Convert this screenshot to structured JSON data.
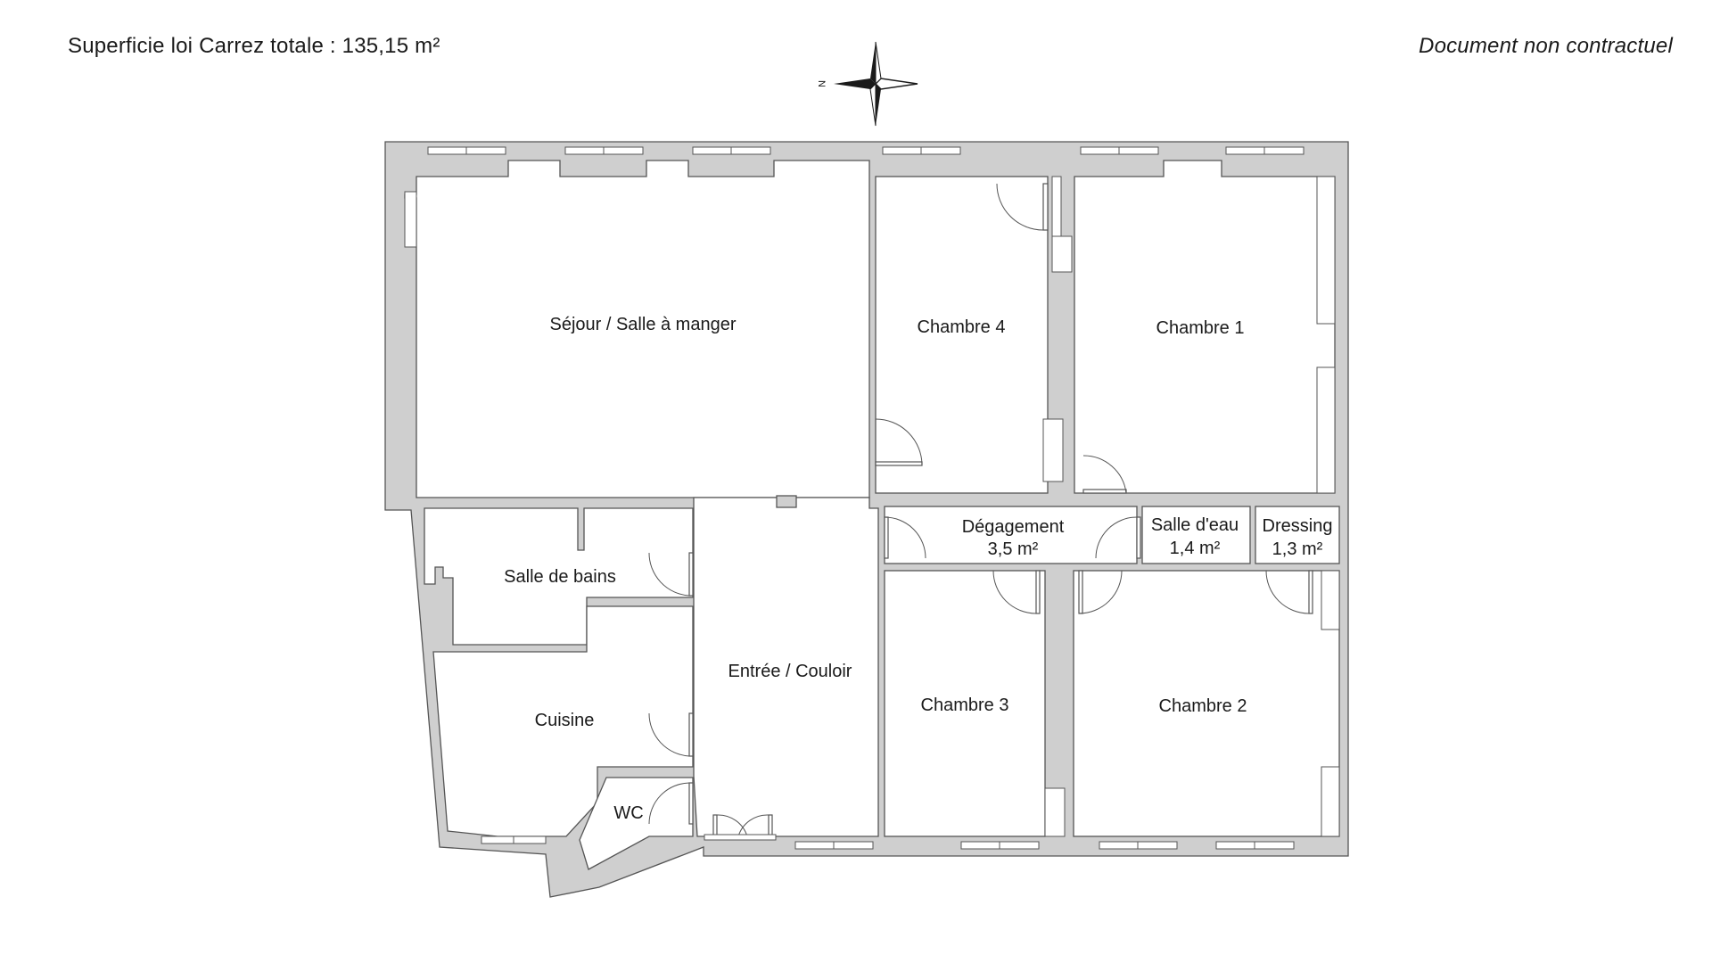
{
  "header": {
    "surface_label": "Superficie loi Carrez totale :  135,15 m²",
    "disclaimer": "Document non contractuel"
  },
  "compass": {
    "north_letter": "N",
    "icon": "compass-rose-icon"
  },
  "rooms": {
    "sejour": {
      "name": "Séjour / Salle à manger"
    },
    "chambre4": {
      "name": "Chambre 4"
    },
    "chambre1": {
      "name": "Chambre 1"
    },
    "degagement": {
      "name": "Dégagement",
      "area": "3,5 m²"
    },
    "salle_eau": {
      "name": "Salle d'eau",
      "area": "1,4 m²"
    },
    "dressing": {
      "name": "Dressing",
      "area": "1,3 m²"
    },
    "salle_bains": {
      "name": "Salle de bains"
    },
    "entree": {
      "name": "Entrée / Couloir"
    },
    "chambre3": {
      "name": "Chambre 3"
    },
    "chambre2": {
      "name": "Chambre 2"
    },
    "cuisine": {
      "name": "Cuisine"
    },
    "wc": {
      "name": "WC"
    }
  },
  "colors": {
    "wall": "#cfcfcf",
    "outline": "#555555",
    "text": "#1a1a1a"
  }
}
